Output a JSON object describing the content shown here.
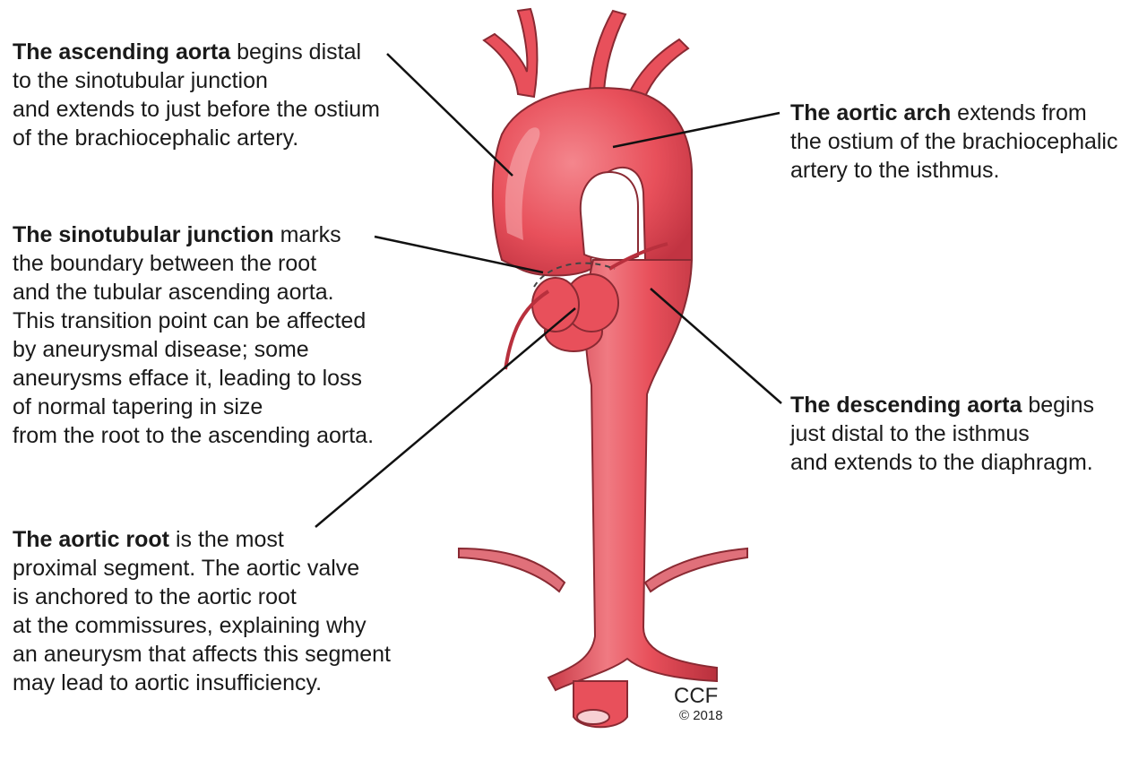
{
  "labels": {
    "ascending": {
      "bold": "The ascending aorta",
      "line1_rest": " begins distal",
      "line2": "to the sinotubular junction",
      "line3": "and extends to just before the ostium",
      "line4": "of the brachiocephalic artery."
    },
    "sinotubular": {
      "bold": "The sinotubular junction",
      "line1_rest": " marks",
      "line2": "the boundary between the root",
      "line3": "and the tubular ascending aorta.",
      "line4": "This transition point can be affected",
      "line5": "by aneurysmal disease; some",
      "line6": "aneurysms efface it, leading to loss",
      "line7": "of normal tapering in size",
      "line8": "from the root to the ascending aorta."
    },
    "root": {
      "bold": "The aortic root",
      "line1_rest": " is the most",
      "line2": "proximal segment. The aortic valve",
      "line3": "is anchored to the aortic root",
      "line4": "at the commissures, explaining why",
      "line5": "an aneurysm that affects this segment",
      "line6": "may lead to aortic insufficiency."
    },
    "arch": {
      "bold": "The aortic arch",
      "line1_rest": " extends from",
      "line2": "the ostium of the brachiocephalic",
      "line3": "artery to the isthmus."
    },
    "descending": {
      "bold": "The descending aorta",
      "line1_rest": " begins",
      "line2": "just distal to the isthmus",
      "line3": "and extends to the diaphragm."
    }
  },
  "credit": {
    "main": "CCF",
    "year": "© 2018"
  },
  "colors": {
    "aorta_fill": "#e8505b",
    "aorta_shade": "#c93a47",
    "aorta_highlight": "#f7a6ab",
    "outline": "#8a2a33",
    "diaphragm": "#e0707a",
    "leader": "#111111"
  }
}
